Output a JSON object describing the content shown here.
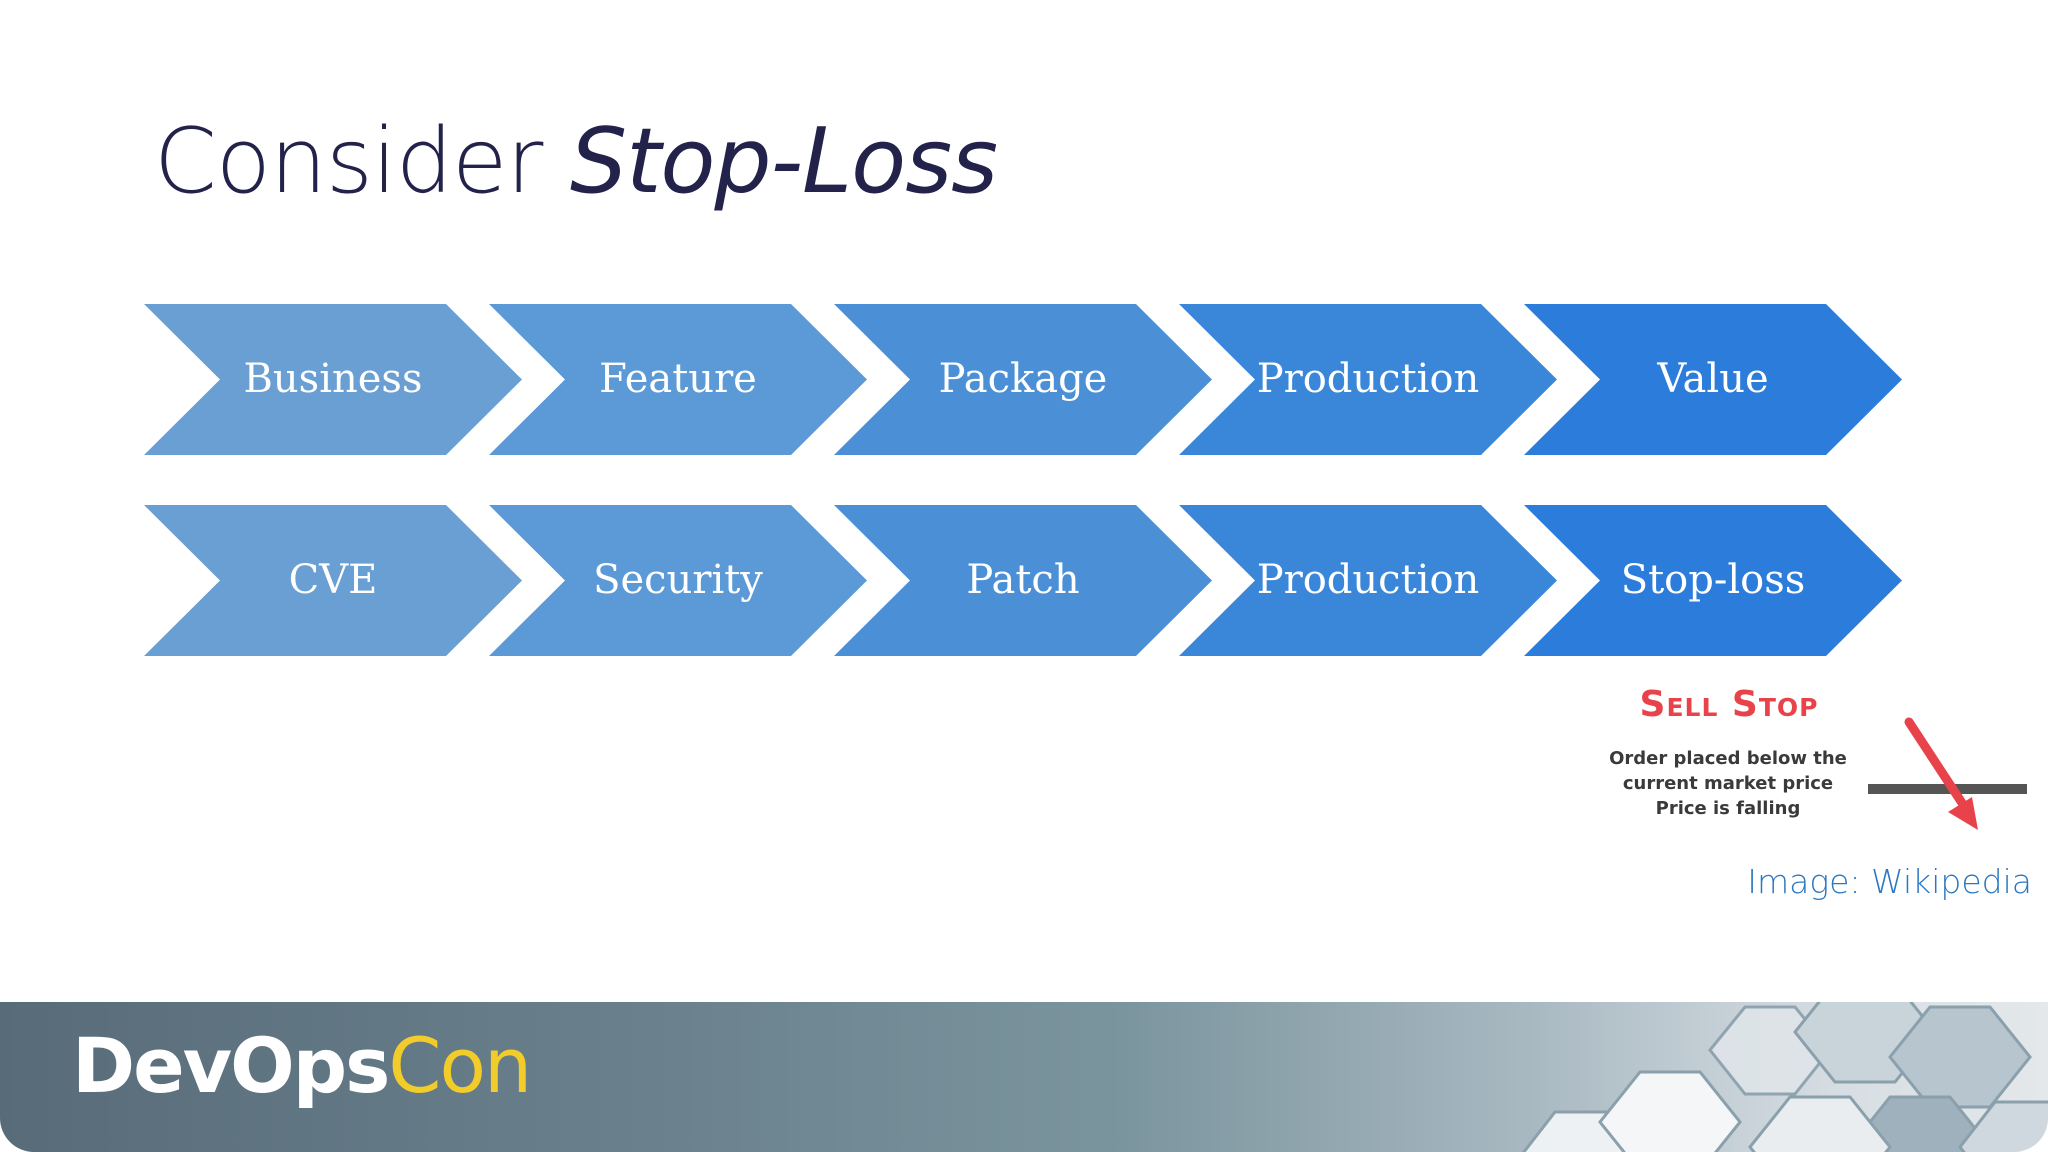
{
  "slide": {
    "title_plain": "Consider ",
    "title_italic": "Stop-Loss"
  },
  "flow": {
    "rows": [
      {
        "steps": [
          "Business",
          "Feature",
          "Package",
          "Production",
          "Value"
        ]
      },
      {
        "steps": [
          "CVE",
          "Security",
          "Patch",
          "Production",
          "Stop-loss"
        ]
      }
    ],
    "colors": [
      "#6a9fd3",
      "#5b9ad6",
      "#4b90d7",
      "#3a86d9",
      "#2b7cdb"
    ]
  },
  "sell_stop": {
    "title": "Sell Stop",
    "lines": [
      "Order placed below the",
      "current market price",
      "Price is falling"
    ],
    "title_color": "#e8434a",
    "arrow_color": "#e8434a",
    "line_color": "#555555"
  },
  "credit": "Image: Wikipedia",
  "footer": {
    "logo_part1": "DevOps",
    "logo_part2": "Con",
    "logo_color1": "#ffffff",
    "logo_color2": "#f2cc2a"
  }
}
